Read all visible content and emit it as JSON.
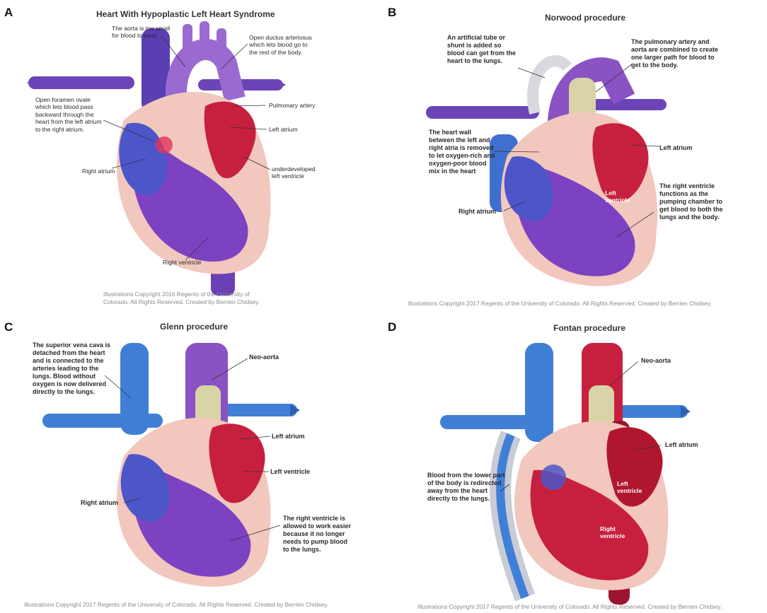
{
  "panels": {
    "a": {
      "letter": "A",
      "title": "Heart With Hypoplastic Left Heart Syndrome",
      "labels": {
        "aorta_small": "The aorta is too small\nfor blood to pass",
        "ductus": "Open ductus arteriosus\nwhich lets blood go to\nthe rest of the body.",
        "foramen": "Open foramen ovale\nwhich lets blood pass\nbackward through the\nheart from the left atrium\nto the right atrium.",
        "pulmonary_artery": "Pulmonary artery",
        "left_atrium": "Left atrium",
        "right_atrium": "Right atrium",
        "underdeveloped_lv": "underdeveloped\nleft ventricle",
        "right_ventricle": "Right ventricle"
      },
      "copyright": "Illustrations Copyright 2016 Regents of the University of\nColorado.  All Rights Reserved. Created by Berrien Chidsey."
    },
    "b": {
      "letter": "B",
      "title": "Norwood procedure",
      "labels": {
        "shunt": "An artificial tube or\nshunt is added so\nblood can get from the\nheart to the lungs.",
        "combined": "The pulmonary artery and\naorta are combined to create\none larger path for blood to\nget to the body.",
        "heart_wall": "The heart wall\nbetween the left and\nright atria is removed\nto let oxygen-rich and\noxygen-poor blood\nmix in the heart",
        "left_atrium": "Left atrium",
        "left_ventricle": "Left\nventricle",
        "right_atrium": "Right atrium",
        "rv_function": "The right ventricle\nfunctions as the\npumping chamber to\nget blood to both the\nlungs and the body."
      },
      "copyright": "Illustrations Copyright 2017 Regents of the University of Colorado.  All Rights Reserved. Created by Berrien Chidsey."
    },
    "c": {
      "letter": "C",
      "title": "Glenn procedure",
      "labels": {
        "svc": "The superior vena cava is\ndetached from the heart\nand is connected to the\narteries leading to the\nlungs. Blood without\noxygen is now delivered\ndirectly to the lungs.",
        "neo_aorta": "Neo-aorta",
        "left_atrium": "Left atrium",
        "left_ventricle": "Left ventricle",
        "right_atrium": "Right atrium",
        "rv_easier": "The right ventricle is\nallowed to work easier\nbecause it no longer\nneeds to pump blood\nto the lungs."
      },
      "copyright": "Illustrations Copyright 2017 Regents of the University of Colorado.  All Rights Reserved. Created by Berrien Chidsey."
    },
    "d": {
      "letter": "D",
      "title": "Fontan procedure",
      "labels": {
        "neo_aorta": "Neo-aorta",
        "left_atrium": "Left atrium",
        "lower_body": "Blood from the lower part\nof the body is redirected\naway from the heart\ndirectly to the lungs.",
        "left_ventricle": "Left\nventricle",
        "right_ventricle": "Right\nventricle"
      },
      "copyright": "Illustrations Copyright 2017 Regents of the University of Colorado.  All Rights Reserved. Created by Berrien Chidsey."
    }
  },
  "colors": {
    "purple": "#8a52c2",
    "purple_dark": "#5d2f96",
    "blue": "#3f7fd6",
    "blue_dark": "#2b5fb0",
    "red": "#c7203e",
    "red_dark": "#8f1129",
    "pink_wall": "#f2c7bd",
    "tan_graft": "#d9d3a8"
  }
}
